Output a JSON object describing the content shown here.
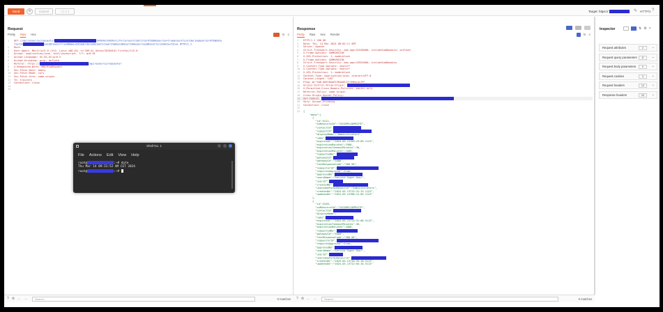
{
  "toolbar": {
    "send_label": "Send",
    "cancel_label": "Cancel",
    "nav_label": "< | > |",
    "target_label": "Target: https://",
    "http_label": "HTTP/1"
  },
  "request": {
    "title": "Request",
    "tabs": [
      "Pretty",
      "Raw",
      "Hex"
    ],
    "active_tab": "Raw",
    "lines": [
      {
        "n": "1",
        "pre": "GET /",
        "tail": "/apiresource/requests?",
        "redact": 60,
        "after": "XXXXXX/XXXXX/i/fullyresults&filterXYZ&Resource=true&results/ordering&sorterXYZ&Data"
      },
      {
        "n": "",
        "pre": "",
        "tail": "fields",
        "redact": 30,
        "after": "usedbrowsertrue&Name=data&Ordered&Count/search&Desc&Result&Resources&Results/ondata=false HTTP/1.1"
      },
      {
        "n": "2",
        "pre": "Host: ",
        "tail": "",
        "redact": 0,
        "after": ""
      },
      {
        "n": "3",
        "pre": "User-Agent: Mozilla/5.0 (X11; Linux x86_64; rv:109.0) Gecko/20100101 Firefox/115.0",
        "tail": "",
        "redact": 0,
        "after": ""
      },
      {
        "n": "4",
        "pre": "Accept: application/json, text/javascript, */*; q=0.01",
        "tail": "",
        "redact": 0,
        "after": ""
      },
      {
        "n": "5",
        "pre": "Accept-Language: en-US,en;q=0.5",
        "tail": "",
        "redact": 0,
        "after": ""
      },
      {
        "n": "6",
        "pre": "Accept-Encoding: gzip, deflate",
        "tail": "",
        "redact": 0,
        "after": ""
      },
      {
        "n": "7",
        "pre": "Referer: https://",
        "tail": "",
        "redact": 70,
        "after": "/apiresource/requestor"
      },
      {
        "n": "8",
        "pre": "X-Requested-With: XMLHttpRequest",
        "tail": "",
        "redact": 0,
        "after": ""
      },
      {
        "n": "9",
        "pre": "Sec-Fetch-Dest: empty",
        "tail": "",
        "redact": 0,
        "after": ""
      },
      {
        "n": "10",
        "pre": "Sec-Fetch-Mode: cors",
        "tail": "",
        "redact": 0,
        "after": ""
      },
      {
        "n": "11",
        "pre": "Sec-Fetch-Site: same-origin",
        "tail": "",
        "redact": 0,
        "after": ""
      },
      {
        "n": "12",
        "pre": "Te: trailers",
        "tail": "",
        "redact": 0,
        "after": ""
      },
      {
        "n": "13",
        "pre": "Connection: close",
        "tail": "",
        "redact": 0,
        "after": ""
      },
      {
        "n": "14",
        "pre": "",
        "tail": "",
        "redact": 0,
        "after": ""
      },
      {
        "n": "15",
        "pre": "",
        "tail": "",
        "redact": 0,
        "after": ""
      }
    ]
  },
  "response": {
    "title": "Response",
    "tabs": [
      "Pretty",
      "Raw",
      "Hex",
      "Render"
    ],
    "active_tab": "Pretty",
    "lines": [
      {
        "n": "1",
        "t": "HTTP/1.1 200 OK",
        "r": 0
      },
      {
        "n": "2",
        "t": "Date: Thu, 14 Mar 2024 08:02:11 GMT",
        "r": 0
      },
      {
        "n": "3",
        "t": "Server: Apache",
        "r": 0
      },
      {
        "n": "4",
        "t": "Strict-Transport-Security: max-age=31536000; includeSubDomains; preload",
        "r": 0
      },
      {
        "n": "5",
        "t": "X-Frame-Options: SAMEORIGIN",
        "r": 0
      },
      {
        "n": "6",
        "t": "X-XSS-Protection: 1; mode=block",
        "r": 0
      },
      {
        "n": "7",
        "t": "X-Frame-Options: SAMEORIGIN",
        "r": 0
      },
      {
        "n": "8",
        "t": "Strict-Transport-Security: max-age=15552000; includeSubDomains",
        "r": 0
      },
      {
        "n": "9",
        "t": "X-Content-Type-Options: nosniff",
        "r": 0
      },
      {
        "n": "10",
        "t": "X-Content-Type-Options: nosniff",
        "r": 0
      },
      {
        "n": "11",
        "t": "X-XSS-Protection: 1; mode=block",
        "r": 0
      },
      {
        "n": "12",
        "t": "Content-Type: application/json; charset=UTF-8",
        "r": 0
      },
      {
        "n": "13",
        "t": "Content-Length: 1497",
        "r": 0
      },
      {
        "n": "14",
        "t": "ETag: W/\"5d8-KWYtRoUOTZR4ddEJ7rYHWsLkx7M\"",
        "r": 0
      },
      {
        "n": "15",
        "t": "Access-Control-Allow-Origin: ",
        "r": 90
      },
      {
        "n": "16",
        "t": "X-Permitted-Cross-Domain-Policies: master-only",
        "r": 0
      },
      {
        "n": "17",
        "t": "Referrer-Policy: same-origin",
        "r": 0
      },
      {
        "n": "18",
        "t": "Cross-Origin-Opener-Policy: ",
        "r": 0
      },
      {
        "n": "19",
        "t": "Set-Cookie: ",
        "r": 190
      },
      {
        "n": "20",
        "t": "Vary: Accept-Encoding",
        "r": 0
      },
      {
        "n": "21",
        "t": "Connection: close",
        "r": 0
      },
      {
        "n": "22",
        "t": "",
        "r": 0
      },
      {
        "n": "23",
        "t": "{",
        "r": 0
      },
      {
        "n": "",
        "t": "    \"data\":[",
        "r": 0
      },
      {
        "n": "",
        "t": "      {",
        "r": 0
      },
      {
        "n": "",
        "t": "        \"id\":5211,",
        "r": 0
      },
      {
        "n": "",
        "t": "        \"ouResourceId\":\"ISCORPLCOMPLETE\",",
        "r": 0
      },
      {
        "n": "",
        "t": "        \"contactId\":",
        "r": 40
      },
      {
        "n": "",
        "t": "        \"requestId\":",
        "r": 55
      },
      {
        "n": "",
        "t": "        \"displayName\":\"Administrators\",",
        "r": 0
      },
      {
        "n": "",
        "t": "        \"name\":",
        "r": 40
      },
      {
        "n": "",
        "t": "        \"expiresAt\":\"2024-03-14T09:23:05.112Z\",",
        "r": 0
      },
      {
        "n": "",
        "t": "        \"expirationMinutes\":1980,",
        "r": 0
      },
      {
        "n": "",
        "t": "        \"expirationTimeoutMinutes\":30,",
        "r": 0
      },
      {
        "n": "",
        "t": "        \"expirationMinutes\":1800,",
        "r": 0
      },
      {
        "n": "",
        "t": "        \"requestedBy\":",
        "r": 30
      },
      {
        "n": "",
        "t": "        \"gatewayId\":",
        "r": 30
      },
      {
        "n": "",
        "t": "        \"gatewayId\":\"5000\",",
        "r": 0
      },
      {
        "n": "",
        "t": "        \"lastResponseCode\":\"200 OK\",",
        "r": 0
      },
      {
        "n": "",
        "t": "        \"requestorId\":",
        "r": 60
      },
      {
        "n": "",
        "t": "        \"requiresApproval\":true,",
        "r": 0
      },
      {
        "n": "",
        "t": "        \"approvedBy\":",
        "r": 40
      },
      {
        "n": "",
        "t": "        \"usersName\":\"Service Super User\",",
        "r": 0
      },
      {
        "n": "",
        "t": "        \"userId\":",
        "r": 20
      },
      {
        "n": "",
        "t": "        \"createdBy\":",
        "r": 50
      },
      {
        "n": "",
        "t": "        \"usernameForOuResource\":\"Administrators\",",
        "r": 0
      },
      {
        "n": "",
        "t": "        \"createdAt\":\"2024-03-13T13:31:15.112Z\",",
        "r": 0
      },
      {
        "n": "",
        "t": "        \"updatedAt\":\"2024-03-14T08:12:05.112Z\"",
        "r": 0
      },
      {
        "n": "",
        "t": "      },",
        "r": 0
      },
      {
        "n": "",
        "t": "      {",
        "r": 0
      },
      {
        "n": "",
        "t": "        \"id\":5203,",
        "r": 0
      },
      {
        "n": "",
        "t": "        \"ouResourceId\":\"ISCORPLCOMPLETE\",",
        "r": 0
      },
      {
        "n": "",
        "t": "        \"contactId\":",
        "r": 40
      },
      {
        "n": "",
        "t": "        \"displayName\":",
        "r": 0
      },
      {
        "n": "",
        "t": "        \"name\":",
        "r": 40
      },
      {
        "n": "",
        "t": "        \"expiresAt\":\"2024-03-13T13:31:08.511Z\",",
        "r": 0
      },
      {
        "n": "",
        "t": "        \"expirationTimeoutMinutes\":30,",
        "r": 0
      },
      {
        "n": "",
        "t": "        \"expirationMinutes\":1800,",
        "r": 0
      },
      {
        "n": "",
        "t": "        \"requestedBy\":",
        "r": 30
      },
      {
        "n": "",
        "t": "        \"gatewayId\":\"5000\",",
        "r": 0
      },
      {
        "n": "",
        "t": "        \"lastResponseCode\":\"200 OK\",",
        "r": 0
      },
      {
        "n": "",
        "t": "        \"requestorId\":",
        "r": 60
      },
      {
        "n": "",
        "t": "        \"requiresApproval\":true,",
        "r": 0
      },
      {
        "n": "",
        "t": "        \"approvedBy\":",
        "r": 40
      },
      {
        "n": "",
        "t": "        \"usersName\":\"Service Super User\",",
        "r": 0
      },
      {
        "n": "",
        "t": "        \"userId\":",
        "r": 20
      },
      {
        "n": "",
        "t": "        \"usernameForOuResource\":",
        "r": 50
      },
      {
        "n": "",
        "t": "        \"createdAt\":\"2024-03-13T10:35:18.511Z\",",
        "r": 0
      },
      {
        "n": "",
        "t": "        \"updatedAt\":\"2024-03-13T12:04:16.511Z\"",
        "r": 0
      }
    ]
  },
  "inspector": {
    "title": "Inspector",
    "rows": [
      {
        "label": "Request attributes",
        "count": "2"
      },
      {
        "label": "Request query parameters",
        "count": "8"
      },
      {
        "label": "Request body parameters",
        "count": "0"
      },
      {
        "label": "Request cookies",
        "count": "3"
      },
      {
        "label": "Request headers",
        "count": "12"
      },
      {
        "label": "Response headers",
        "count": "20"
      }
    ]
  },
  "bottom": {
    "search_placeholder": "Search...",
    "req_matches": "0 matches",
    "res_matches": "0 matches"
  },
  "terminal": {
    "title": "Shell No. 1",
    "menu": [
      "File",
      "Actions",
      "Edit",
      "View",
      "Help"
    ],
    "line1_prefix": "root@",
    "line1_cmd": ":~# date",
    "line2": "Thu Mar 14 09:31:52 AM CET 2024",
    "line3_prefix": "root@",
    "line3_cmd": ":~# "
  },
  "colors": {
    "accent": "#ef6430",
    "redaction": "#2b2bd0",
    "terminal_bg": "#2a2a2a"
  }
}
